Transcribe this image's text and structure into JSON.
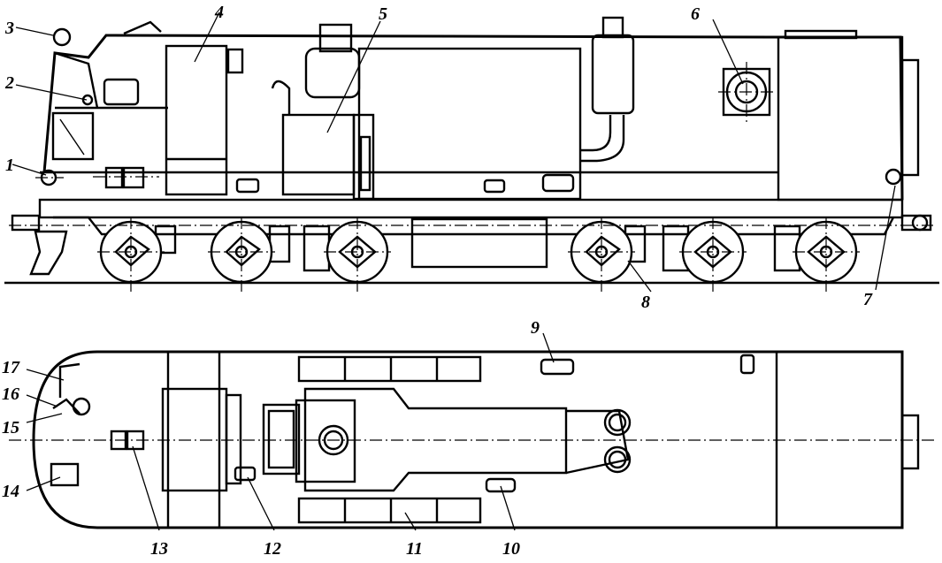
{
  "diagram": {
    "views": [
      "side-view",
      "top-view"
    ],
    "callouts": [
      {
        "id": "c1",
        "label": "1"
      },
      {
        "id": "c2",
        "label": "2"
      },
      {
        "id": "c3",
        "label": "3"
      },
      {
        "id": "c4",
        "label": "4"
      },
      {
        "id": "c5",
        "label": "5"
      },
      {
        "id": "c6",
        "label": "6"
      },
      {
        "id": "c7",
        "label": "7"
      },
      {
        "id": "c8",
        "label": "8"
      },
      {
        "id": "c9",
        "label": "9"
      },
      {
        "id": "c10",
        "label": "10"
      },
      {
        "id": "c11",
        "label": "11"
      },
      {
        "id": "c12",
        "label": "12"
      },
      {
        "id": "c13",
        "label": "13"
      },
      {
        "id": "c14",
        "label": "14"
      },
      {
        "id": "c15",
        "label": "15"
      },
      {
        "id": "c16",
        "label": "16"
      },
      {
        "id": "c17",
        "label": "17"
      }
    ],
    "colors": {
      "ink": "#000000",
      "paper": "#ffffff"
    }
  }
}
